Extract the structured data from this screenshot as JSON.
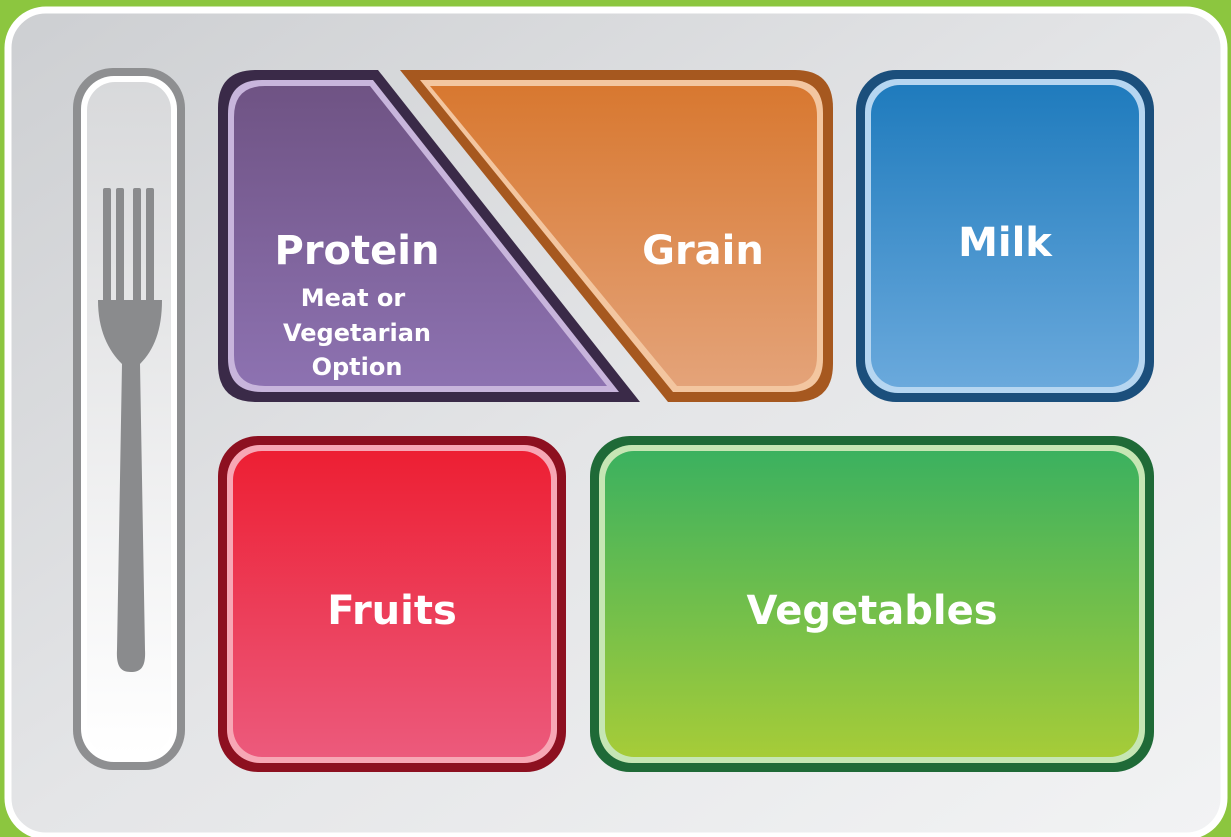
{
  "colors": {
    "background": "#8cc63f",
    "tray": "#dfe1e3",
    "protein": "#7a5c93",
    "grain": "#dc8748",
    "milk": "#4a90cf",
    "fruits": "#e83a55",
    "vegetables": "#6cbb47",
    "fork": "#8a8b8d"
  },
  "sections": {
    "protein": {
      "label": "Protein",
      "sublabel_line1": "Meat or",
      "sublabel_line2": "Vegetarian",
      "sublabel_line3": "Option"
    },
    "grain": {
      "label": "Grain"
    },
    "milk": {
      "label": "Milk"
    },
    "fruits": {
      "label": "Fruits"
    },
    "vegetables": {
      "label": "Vegetables"
    }
  },
  "icons": {
    "utensil": "fork-icon"
  }
}
